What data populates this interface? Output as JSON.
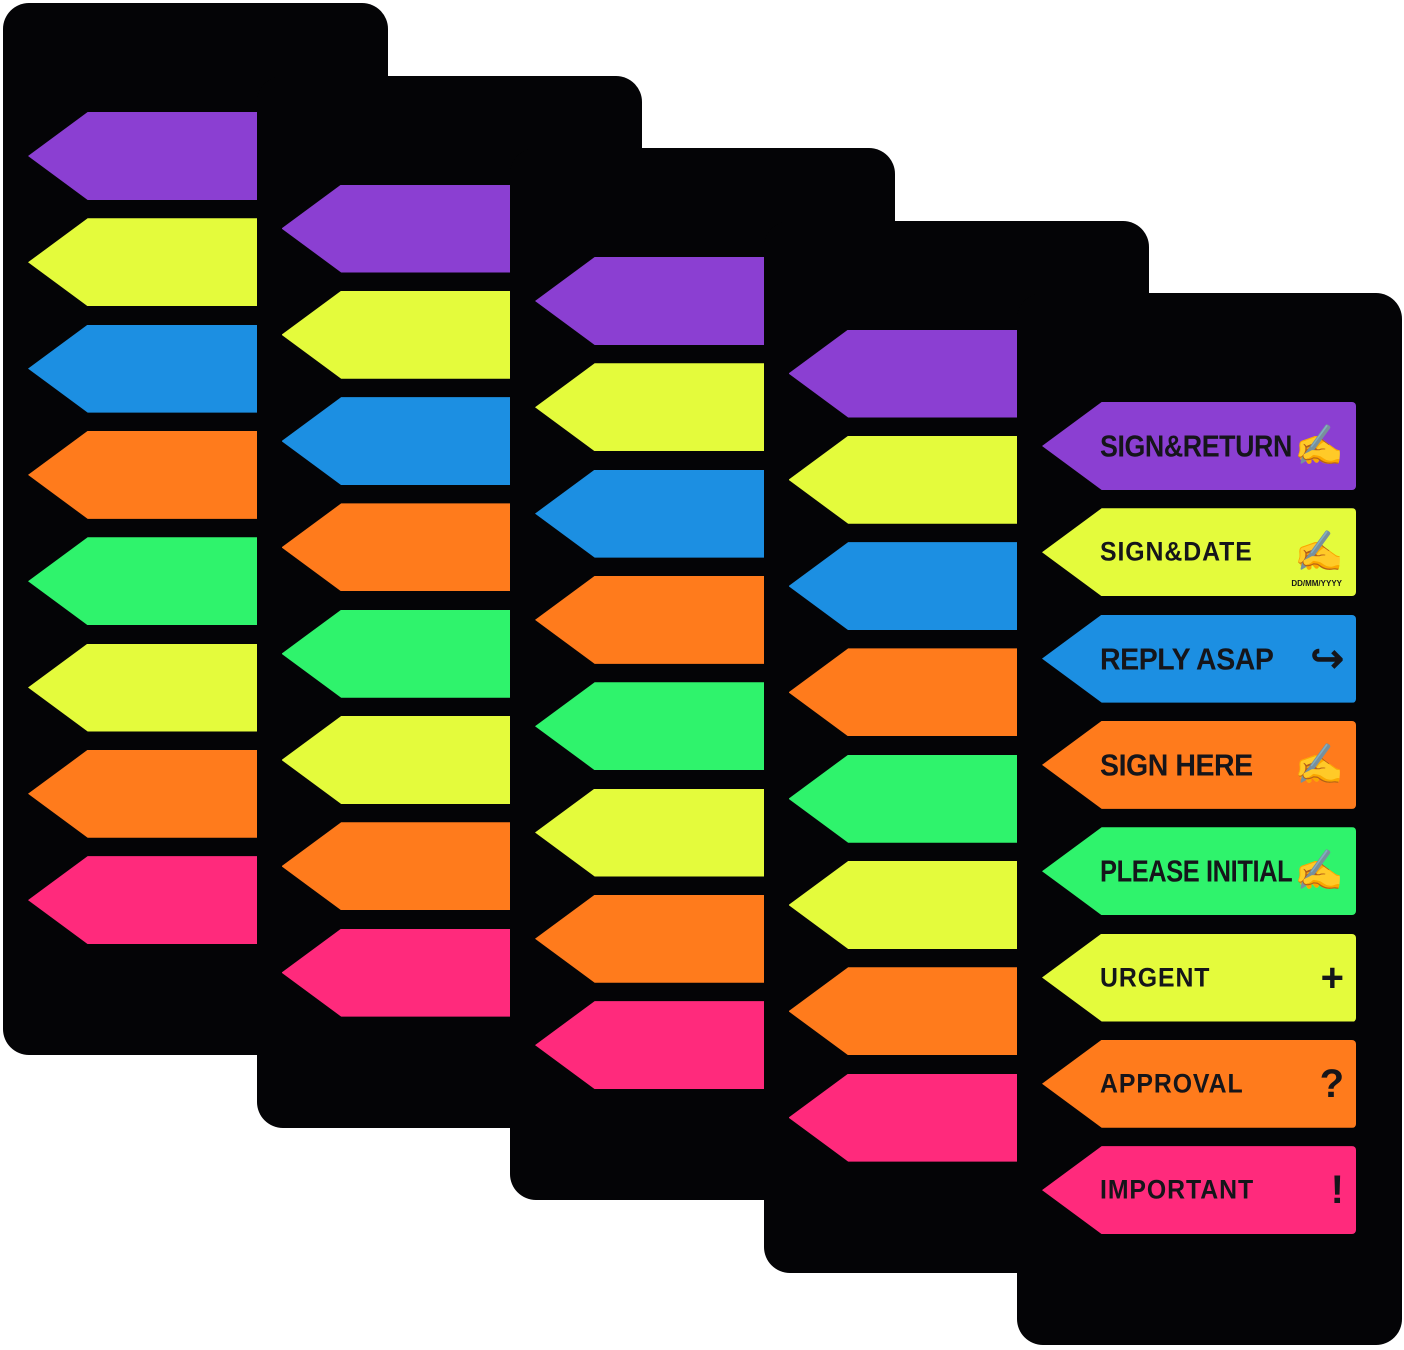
{
  "flags": [
    {
      "label": "SIGN&RETURN",
      "color": "#8b3fd2",
      "icon": "signature-return-icon",
      "glyph": "✍"
    },
    {
      "label": "SIGN&DATE",
      "color": "#e4fb3c",
      "icon": "signature-date-icon",
      "glyph": "✍",
      "sub": "DD/MM/YYYY"
    },
    {
      "label": "REPLY ASAP",
      "color": "#1c8fe2",
      "icon": "reply-arrow-icon",
      "glyph": "↪"
    },
    {
      "label": "SIGN HERE",
      "color": "#ff7b1c",
      "icon": "signature-icon",
      "glyph": "✍"
    },
    {
      "label": "PLEASE INITIAL",
      "color": "#2ff36c",
      "icon": "signature-initial-icon",
      "glyph": "✍"
    },
    {
      "label": "URGENT",
      "color": "#e4fb3c",
      "icon": "plus-icon",
      "glyph": "+"
    },
    {
      "label": "APPROVAL",
      "color": "#ff7b1c",
      "icon": "question-icon",
      "glyph": "?"
    },
    {
      "label": "IMPORTANT",
      "color": "#ff2a7c",
      "icon": "exclamation-icon",
      "glyph": "!"
    }
  ],
  "card_count": 5
}
